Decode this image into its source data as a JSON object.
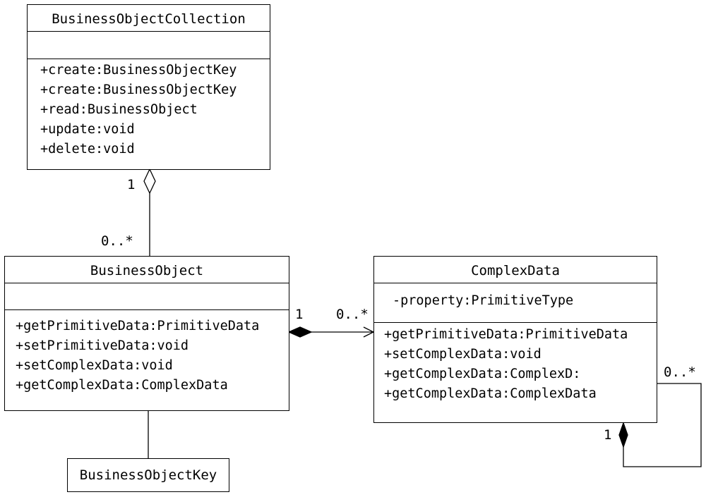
{
  "classes": {
    "collection": {
      "name": "BusinessObjectCollection",
      "attributes": [],
      "methods": [
        "+create:BusinessObjectKey",
        "+create:BusinessObjectKey",
        "+read:BusinessObject",
        "+update:void",
        "+delete:void"
      ]
    },
    "business_object": {
      "name": "BusinessObject",
      "attributes": [],
      "methods": [
        "+getPrimitiveData:PrimitiveData",
        "+setPrimitiveData:void",
        "+setComplexData:void",
        "+getComplexData:ComplexData"
      ]
    },
    "complex_data": {
      "name": "ComplexData",
      "attributes": [
        "-property:PrimitiveType"
      ],
      "methods": [
        "+getPrimitiveData:PrimitiveData",
        "+setComplexData:void",
        "+getComplexData:ComplexD:",
        "+getComplexData:ComplexData"
      ]
    },
    "key": {
      "name": "BusinessObjectKey"
    }
  },
  "multiplicities": {
    "collection_one": "1",
    "collection_many": "0..*",
    "bo_one": "1",
    "bo_many": "0..*",
    "self_many": "0..*",
    "self_one": "1"
  }
}
